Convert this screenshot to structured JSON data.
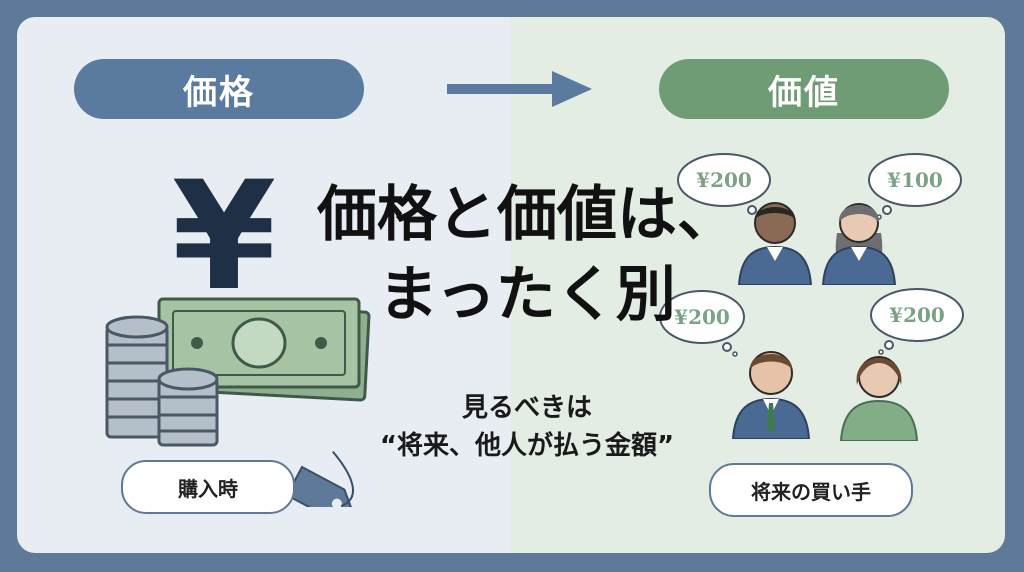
{
  "labels": {
    "price": "価格",
    "value": "価値",
    "purchase_time": "購入時",
    "future_buyer": "将来の買い手"
  },
  "headline": {
    "line1": "価格と価値は、",
    "line2": "まったく別"
  },
  "subtext": {
    "line1": "見るべきは",
    "line2": "“将来、他人が払う金額”"
  },
  "yen_symbol": "¥",
  "bubbles": [
    {
      "text": "¥200"
    },
    {
      "text": "¥100"
    },
    {
      "text": "¥200"
    },
    {
      "text": "¥200"
    }
  ],
  "icons": [
    "yen-sign-icon",
    "coin-stack-icon",
    "banknote-icon",
    "price-tag-icon",
    "person-icon"
  ],
  "colors": {
    "price_accent": "#5b7aa0",
    "value_accent": "#6f9c74",
    "frame": "#5f7a98"
  }
}
